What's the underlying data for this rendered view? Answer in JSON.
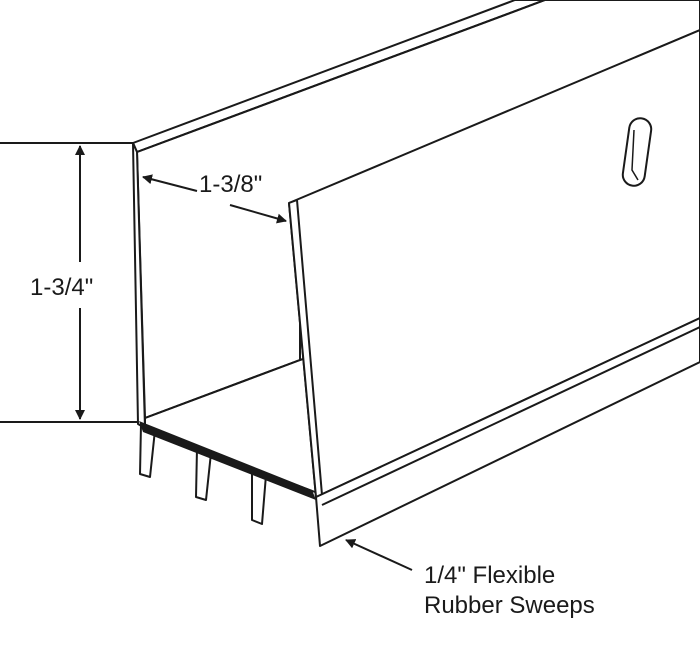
{
  "labels": {
    "height": "1-3/4\"",
    "width": "1-3/8\"",
    "sweep_line1": "1/4\" Flexible",
    "sweep_line2": "Rubber Sweeps"
  },
  "colors": {
    "line": "#1a1a1a",
    "fill": "#ffffff",
    "rubber": "#1a1a1a"
  }
}
